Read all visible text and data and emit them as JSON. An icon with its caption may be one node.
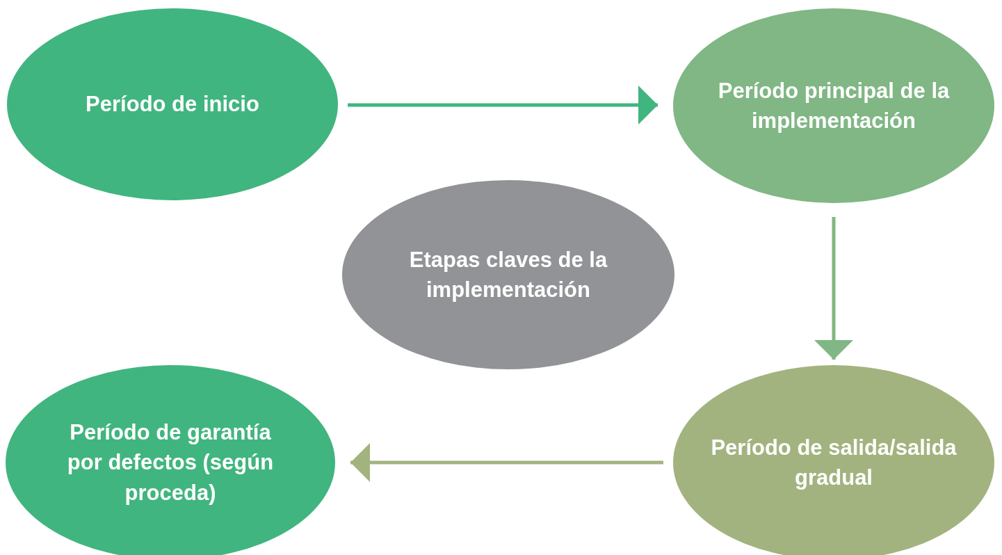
{
  "diagram": {
    "nodes": [
      {
        "text": [
          "Período de inicio"
        ]
      },
      {
        "text": [
          "Período principal de la implementación"
        ]
      },
      {
        "text": [
          "Etapas claves de la implementación"
        ]
      },
      {
        "text": [
          "Período de garantía por defectos (según proceda)"
        ]
      },
      {
        "text": [
          "Período de salida/salida gradual"
        ]
      }
    ],
    "edges": [
      {
        "from": 0,
        "to": 1,
        "arrow": "to",
        "color": "#41b57f"
      },
      {
        "from": 1,
        "to": 4,
        "arrow": "to",
        "color": "#80b784"
      },
      {
        "from": 4,
        "to": 3,
        "arrow": "to",
        "color": "#a3b37f"
      }
    ]
  }
}
